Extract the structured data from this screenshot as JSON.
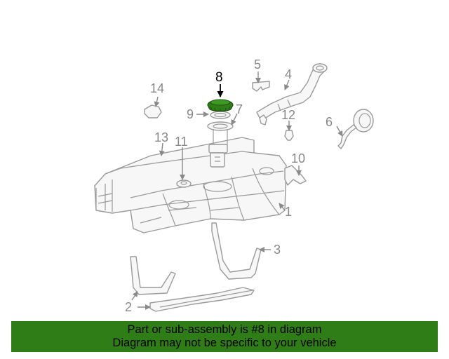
{
  "callouts": {
    "c1": "1",
    "c2": "2",
    "c3": "3",
    "c4": "4",
    "c5": "5",
    "c6": "6",
    "c7": "7",
    "c8": "8",
    "c9": "9",
    "c10": "10",
    "c11": "11",
    "c12": "12",
    "c13": "13",
    "c14": "14"
  },
  "highlight": {
    "part_number": "8",
    "color": "#2e7d17"
  },
  "banner": {
    "line1": "Part or sub-assembly is #8 in diagram",
    "line2": "Diagram may not be specific to your vehicle",
    "background": "#2e7d17"
  }
}
